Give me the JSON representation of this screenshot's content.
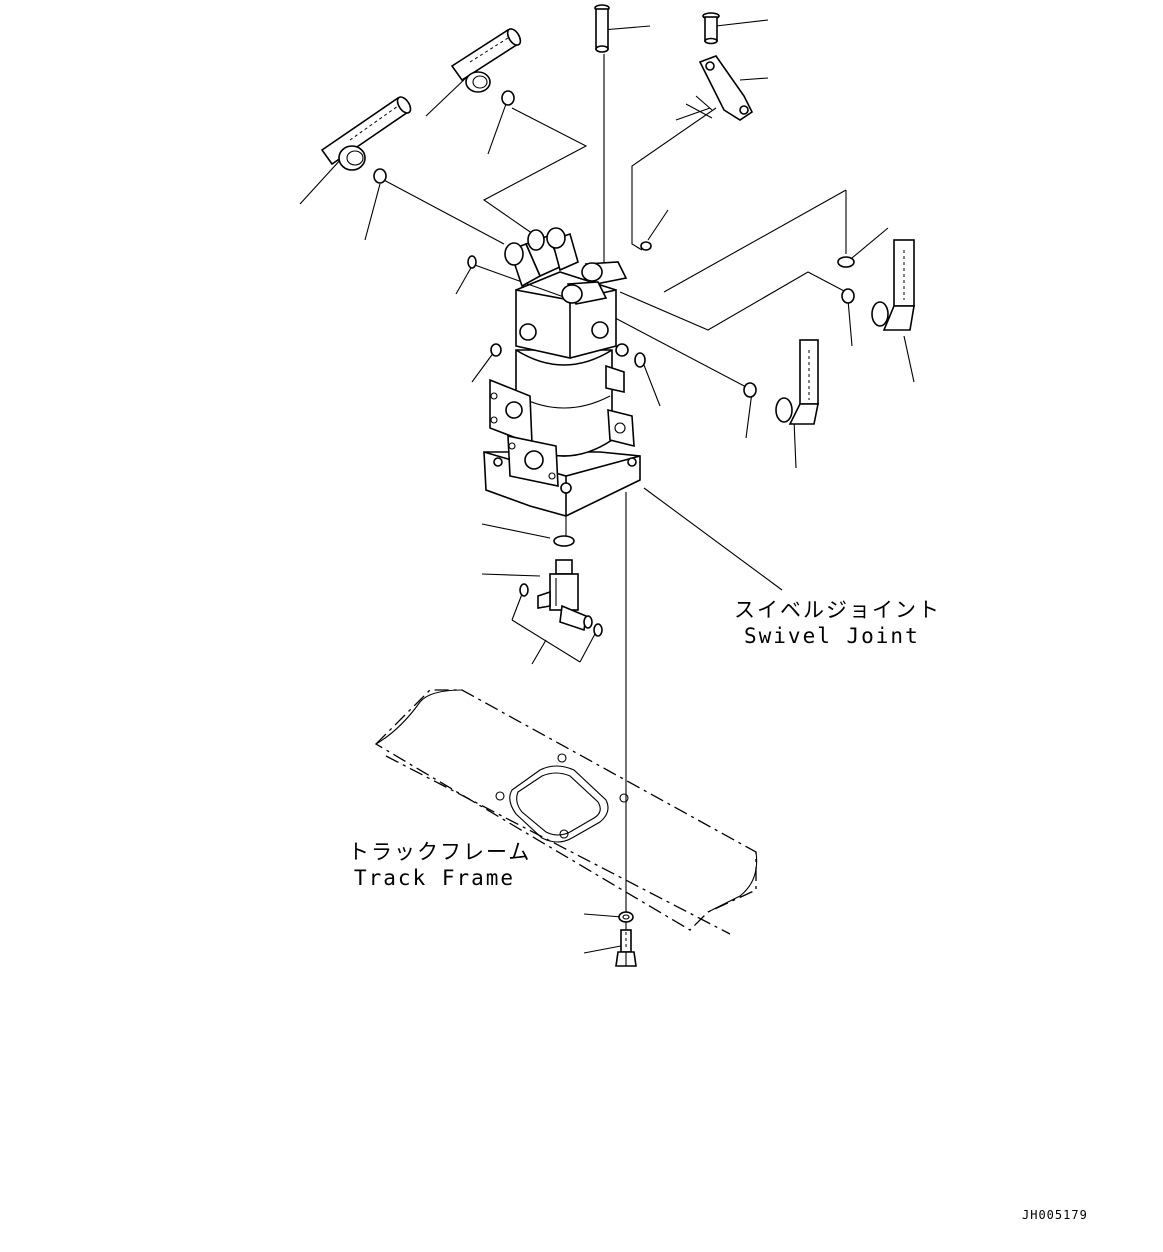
{
  "labels": {
    "swivel_joint_jp": "スイベルジョイント",
    "swivel_joint_en": "Swivel Joint",
    "track_frame_jp": "トラックフレーム",
    "track_frame_en": "Track Frame",
    "drawing_code": "JH005179"
  }
}
